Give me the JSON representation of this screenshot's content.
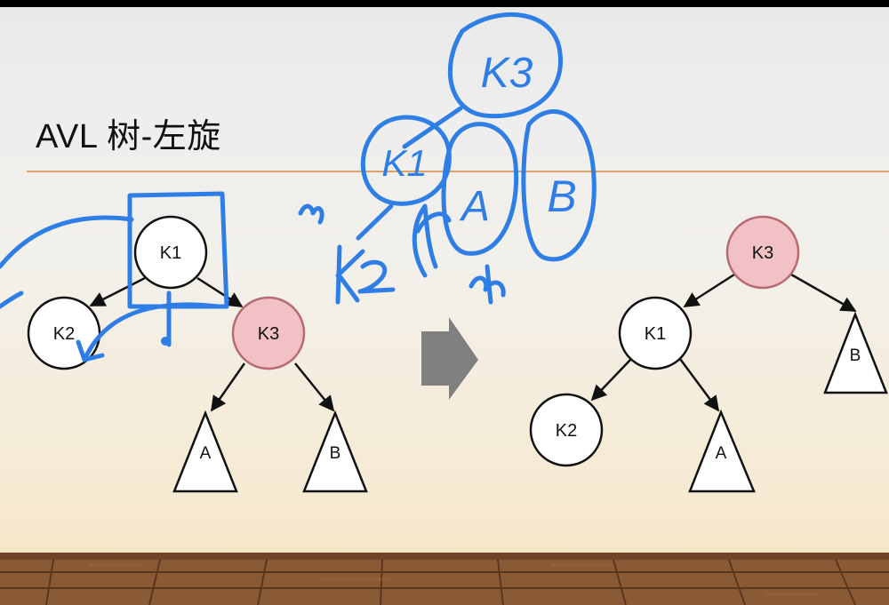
{
  "slide": {
    "title": "AVL 树-左旋"
  },
  "colors": {
    "highlight_node": "#f2c1c6",
    "highlight_stroke": "#b76a72",
    "node_fill": "#ffffff",
    "stroke": "#111111",
    "arrow": "#808080",
    "rule": "#d9a36a",
    "ink_annotation": "#2f7ee6"
  },
  "before_tree": {
    "nodes": {
      "k1": "K1",
      "k2": "K2",
      "k3": "K3"
    },
    "subtrees": {
      "a": "A",
      "b": "B"
    }
  },
  "after_tree": {
    "nodes": {
      "k3": "K3",
      "k1": "K1",
      "k2": "K2"
    },
    "subtrees": {
      "a": "A",
      "b": "B"
    }
  },
  "handwritten": {
    "k3": "K3",
    "k1": "K1",
    "a": "A",
    "b": "B",
    "k2": "K2"
  }
}
